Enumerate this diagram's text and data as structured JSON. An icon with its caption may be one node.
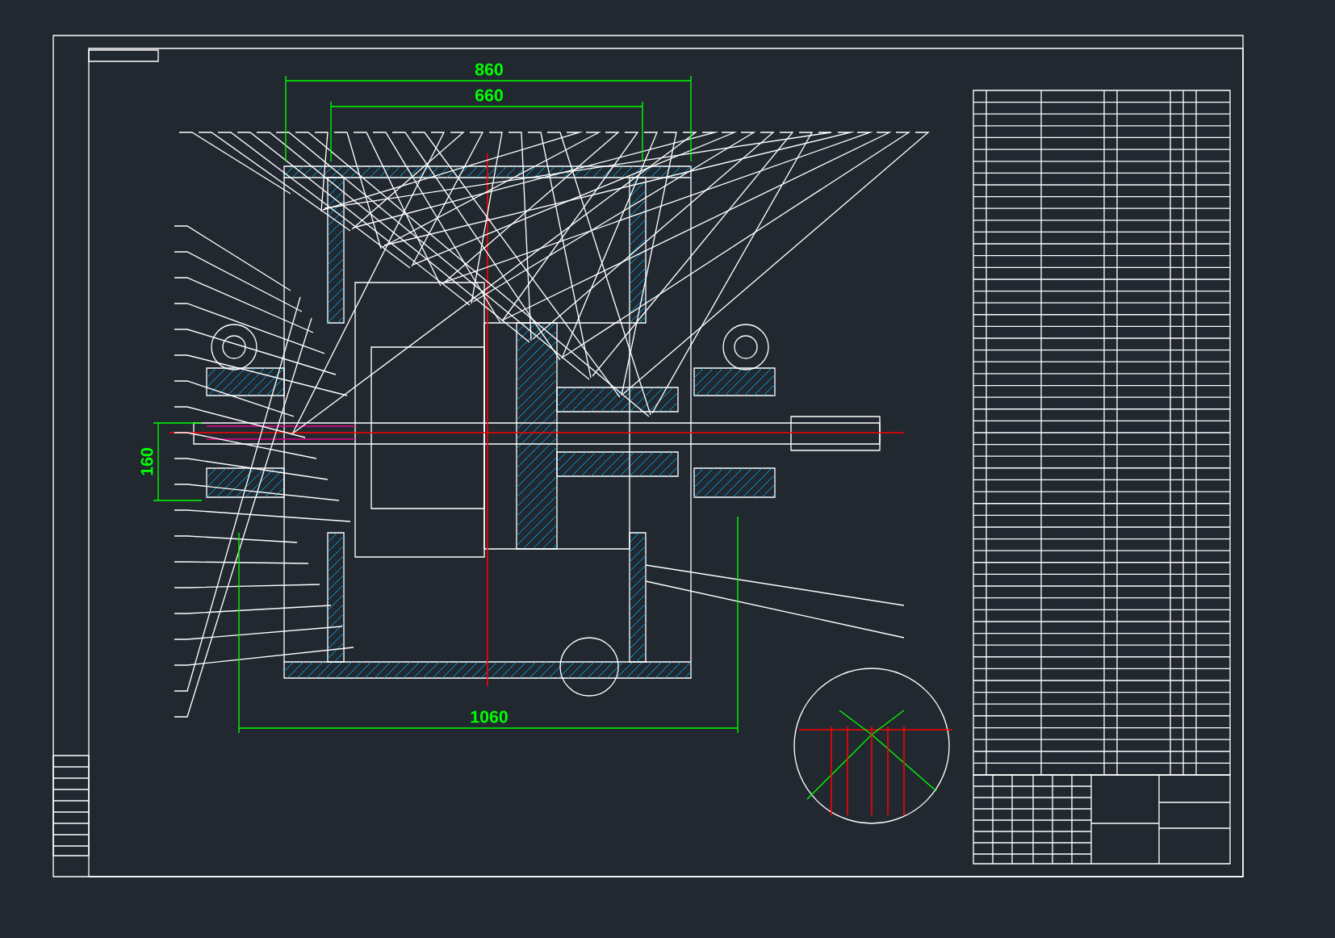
{
  "diagram": {
    "labels": [
      "860",
      "660",
      "1060",
      "160"
    ]
  }
}
